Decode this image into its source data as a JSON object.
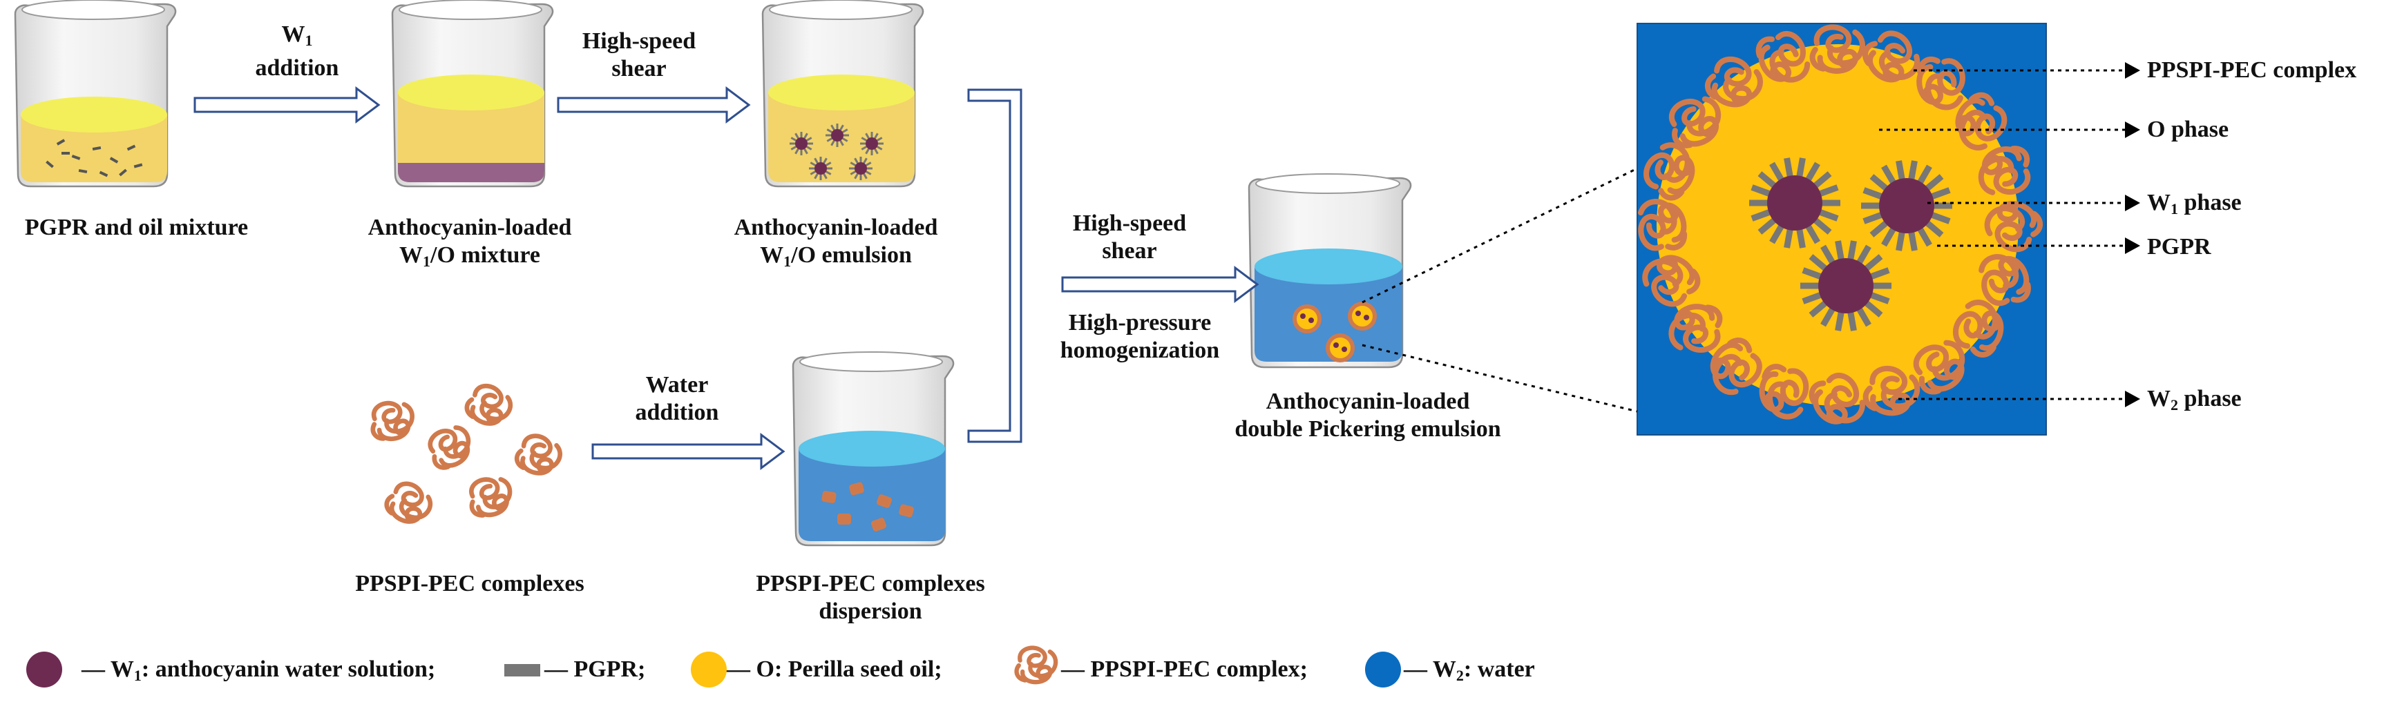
{
  "colors": {
    "w1": "#6e2b52",
    "pgpr": "#777777",
    "oil": "#ffc20e",
    "oil_light": "#f2d46a",
    "oil_top": "#f3ef5a",
    "complex": "#d07a4c",
    "water_bg": "#0a6cc0",
    "water_light": "#5bc5ea",
    "water_dark": "#4a8fd0",
    "arrow": "#2f4f8f"
  },
  "steps": {
    "s1_label": "PGPR and oil mixture",
    "a1_line1": "W",
    "a1_sub": "1",
    "a1_line2": "addition",
    "s2_line1": "Anthocyanin-loaded",
    "s2_pre": "W",
    "s2_sub": "1",
    "s2_post": "/O mixture",
    "a2_line1": "High-speed",
    "a2_line2": "shear",
    "s3_line1": "Anthocyanin-loaded",
    "s3_pre": "W",
    "s3_sub": "1",
    "s3_post": "/O emulsion",
    "s4_label": "PPSPI-PEC complexes",
    "a4_line1": "Water",
    "a4_line2": "addition",
    "s5_line1": "PPSPI-PEC complexes",
    "s5_line2": "dispersion",
    "a5_line1": "High-speed",
    "a5_line2": "shear",
    "a5_line3": "High-pressure",
    "a5_line4": "homogenization",
    "s6_line1": "Anthocyanin-loaded",
    "s6_line2": "double Pickering emulsion"
  },
  "callouts": {
    "c1": "PPSPI-PEC complex",
    "c2": "O phase",
    "c3_pre": "W",
    "c3_sub": "1",
    "c3_post": " phase",
    "c4": "PGPR",
    "c5_pre": "W",
    "c5_sub": "2",
    "c5_post": " phase"
  },
  "legend": {
    "w1_pre": "— W",
    "w1_sub": "1",
    "w1_post": ": anthocyanin water solution;",
    "pgpr": "— PGPR;",
    "oil": "— O: Perilla seed oil;",
    "complex": "— PPSPI-PEC complex;",
    "w2_pre": "— W",
    "w2_sub": "2",
    "w2_post": ": water"
  }
}
